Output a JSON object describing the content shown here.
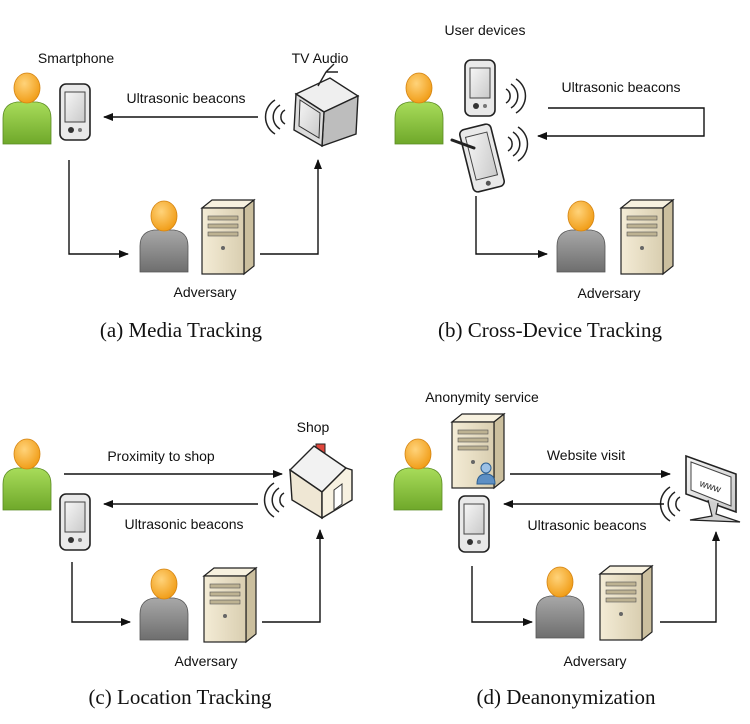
{
  "panels": {
    "a": {
      "caption": "(a)  Media Tracking",
      "smartphone_label": "Smartphone",
      "tv_label": "TV Audio",
      "beacon_label": "Ultrasonic beacons",
      "adversary_label": "Adversary"
    },
    "b": {
      "caption": "(b)  Cross-Device Tracking",
      "devices_label": "User devices",
      "beacon_label": "Ultrasonic beacons",
      "adversary_label": "Adversary"
    },
    "c": {
      "caption": "(c)  Location Tracking",
      "shop_label": "Shop",
      "proximity_label": "Proximity to shop",
      "beacon_label": "Ultrasonic beacons",
      "adversary_label": "Adversary"
    },
    "d": {
      "caption": "(d)  Deanonymization",
      "service_label": "Anonymity service",
      "website_label": "Website visit",
      "beacon_label": "Ultrasonic beacons",
      "adversary_label": "Adversary",
      "monitor_text": "www"
    }
  },
  "icons": [
    "user-icon",
    "smartphone-icon",
    "tablet-icon",
    "tv-icon",
    "server-icon",
    "shop-icon",
    "monitor-icon",
    "sound-waves-icon",
    "adversary-icon"
  ],
  "colors": {
    "user_body": "#8dc63f",
    "user_head": "#f5a623",
    "adversary_body": "#8a8a8a",
    "line": "#111111"
  }
}
